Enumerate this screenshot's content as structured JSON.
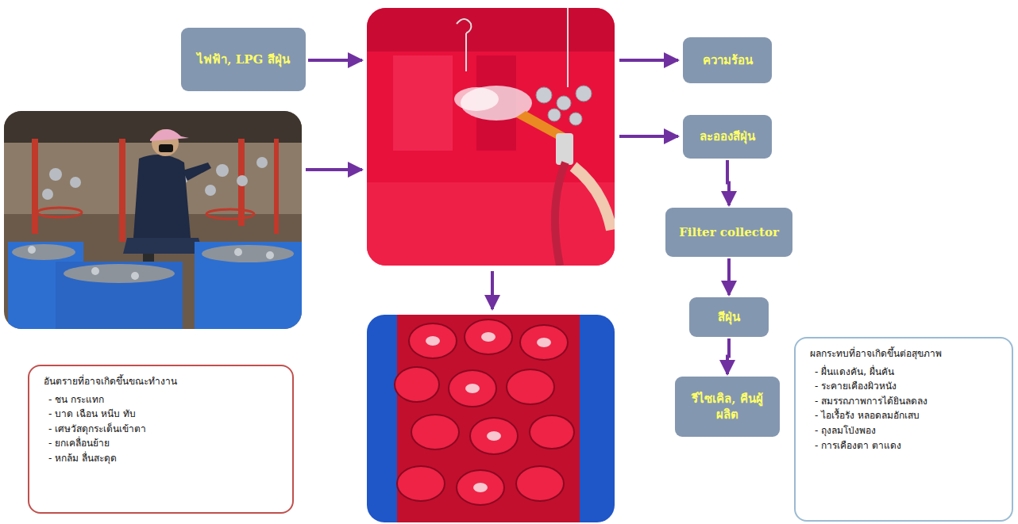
{
  "diagram": {
    "nodes": [
      {
        "text": [
          "ไฟฟ้า, LPG สีฝุ่น"
        ]
      },
      {
        "text": [
          "ความร้อน"
        ]
      },
      {
        "text": [
          "ละอองสีฝุ่น"
        ]
      },
      {
        "text": [
          "Filter collector"
        ]
      },
      {
        "text": [
          "สีฝุ่น"
        ]
      },
      {
        "text": [
          "รีไซเคิล, คืนผู้ผลิต"
        ]
      },
      {
        "text": [
          "อันตรายที่อาจเกิดขึ้นขณะทำงาน",
          "-  ชน กระแทก",
          "-  บาด เฉือน หนีบ ทับ",
          "-  เศษวัสดุกระเด็นเข้าตา",
          "-  ยกเคลื่อนย้าย",
          "-  หกล้ม ลื่นสะดุด"
        ]
      },
      {
        "text": [
          "ผลกระทบที่อาจเกิดขึ้นต่อสุขภาพ",
          "-  ผื่นแดงคัน, ผื่นคัน",
          "-  ระคายเคืองผิวหนัง",
          "-  สมรรถภาพการได้ยินลดลง",
          "-  ไอเรื้อรัง หลอดลมอักเสบ",
          "-  ถุงลมโป่งพอง",
          "-  การเคืองตา ตาแดง"
        ]
      }
    ],
    "edges": [
      {
        "from": 2,
        "to": 3,
        "arrow": "to"
      },
      {
        "from": 3,
        "to": 4,
        "arrow": "to"
      },
      {
        "from": 4,
        "to": 5,
        "arrow": "to"
      }
    ]
  }
}
